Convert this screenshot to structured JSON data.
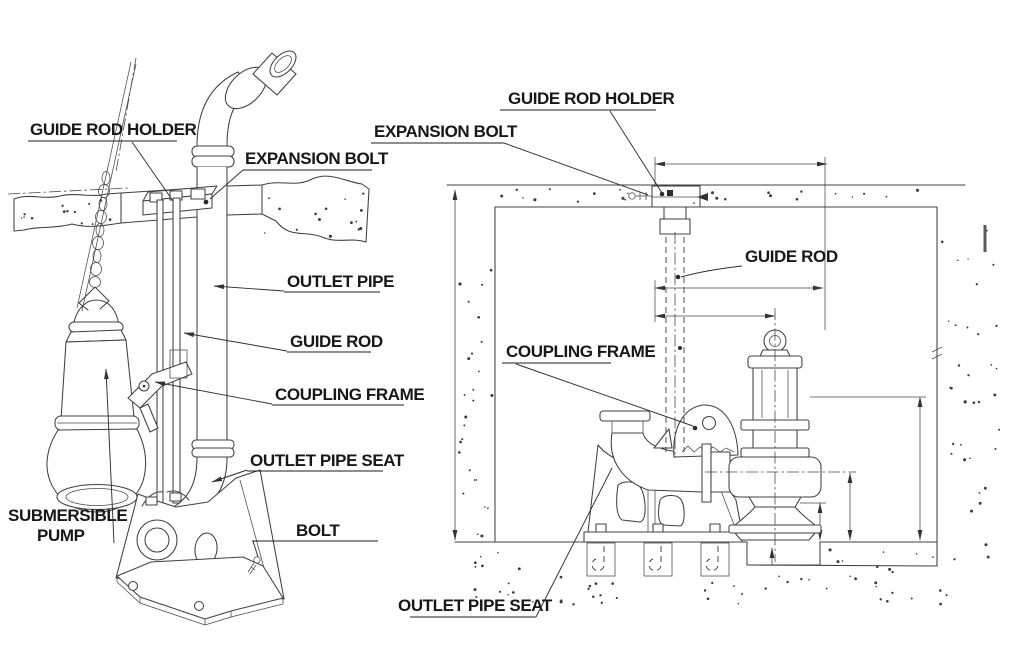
{
  "colors": {
    "background": "#ffffff",
    "line": "#404040",
    "label": "#171717"
  },
  "left_view": {
    "labels": {
      "guide_rod_holder": "GUIDE ROD HOLDER",
      "expansion_bolt": "EXPANSION BOLT",
      "outlet_pipe": "OUTLET PIPE",
      "guide_rod": "GUIDE ROD",
      "coupling_frame": "COUPLING FRAME",
      "outlet_pipe_seat": "OUTLET PIPE SEAT",
      "bolt": "BOLT",
      "submersible_pump_line1": "SUBMERSIBLE",
      "submersible_pump_line2": "PUMP"
    }
  },
  "right_view": {
    "labels": {
      "guide_rod_holder": "GUIDE ROD HOLDER",
      "expansion_bolt": "EXPANSION BOLT",
      "guide_rod": "GUIDE ROD",
      "coupling_frame": "COUPLING FRAME",
      "outlet_pipe_seat": "OUTLET PIPE SEAT"
    }
  }
}
